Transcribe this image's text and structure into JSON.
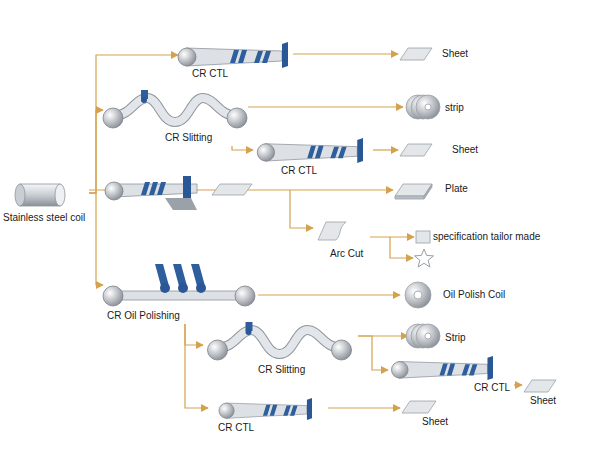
{
  "diagram": {
    "nodes": [
      {
        "text": [
          "Stainless steel coil"
        ]
      },
      {
        "text": [
          "CR CTL"
        ]
      },
      {
        "text": [
          "Sheet"
        ]
      },
      {
        "text": [
          "CR Slitting"
        ]
      },
      {
        "text": [
          "strip"
        ]
      },
      {
        "text": [
          "CR CTL"
        ]
      },
      {
        "text": [
          "Sheet"
        ]
      },
      {
        "text": [
          "Plate"
        ]
      },
      {
        "text": [
          "Arc Cut"
        ]
      },
      {
        "text": [
          "specification tailor made"
        ]
      },
      {
        "text": [
          "CR Oil Polishing"
        ]
      },
      {
        "text": [
          "Oil Polish Coil"
        ]
      },
      {
        "text": [
          "CR Slitting"
        ]
      },
      {
        "text": [
          "Strip"
        ]
      },
      {
        "text": [
          "CR CTL"
        ]
      },
      {
        "text": [
          "Sheet"
        ]
      },
      {
        "text": [
          "CR CTL"
        ]
      },
      {
        "text": [
          "Sheet"
        ]
      }
    ],
    "edges": [
      {
        "from": 0,
        "to": 1,
        "arrow": "to"
      },
      {
        "from": 0,
        "to": 3,
        "arrow": "to"
      },
      {
        "from": 0,
        "to": 7,
        "arrow": "to"
      },
      {
        "from": 0,
        "to": 10,
        "arrow": "to"
      },
      {
        "from": 1,
        "to": 2,
        "arrow": "to"
      },
      {
        "from": 3,
        "to": 4,
        "arrow": "to"
      },
      {
        "from": 3,
        "to": 5,
        "arrow": "to"
      },
      {
        "from": 5,
        "to": 6,
        "arrow": "to"
      },
      {
        "from": 8,
        "to": 9,
        "arrow": "to"
      },
      {
        "from": 10,
        "to": 11,
        "arrow": "to"
      },
      {
        "from": 10,
        "to": 12,
        "arrow": "to"
      },
      {
        "from": 10,
        "to": 16,
        "arrow": "to"
      },
      {
        "from": 12,
        "to": 13,
        "arrow": "to"
      },
      {
        "from": 12,
        "to": 14,
        "arrow": "to"
      },
      {
        "from": 14,
        "to": 15,
        "arrow": "to"
      },
      {
        "from": 16,
        "to": 17,
        "arrow": "to"
      }
    ]
  }
}
